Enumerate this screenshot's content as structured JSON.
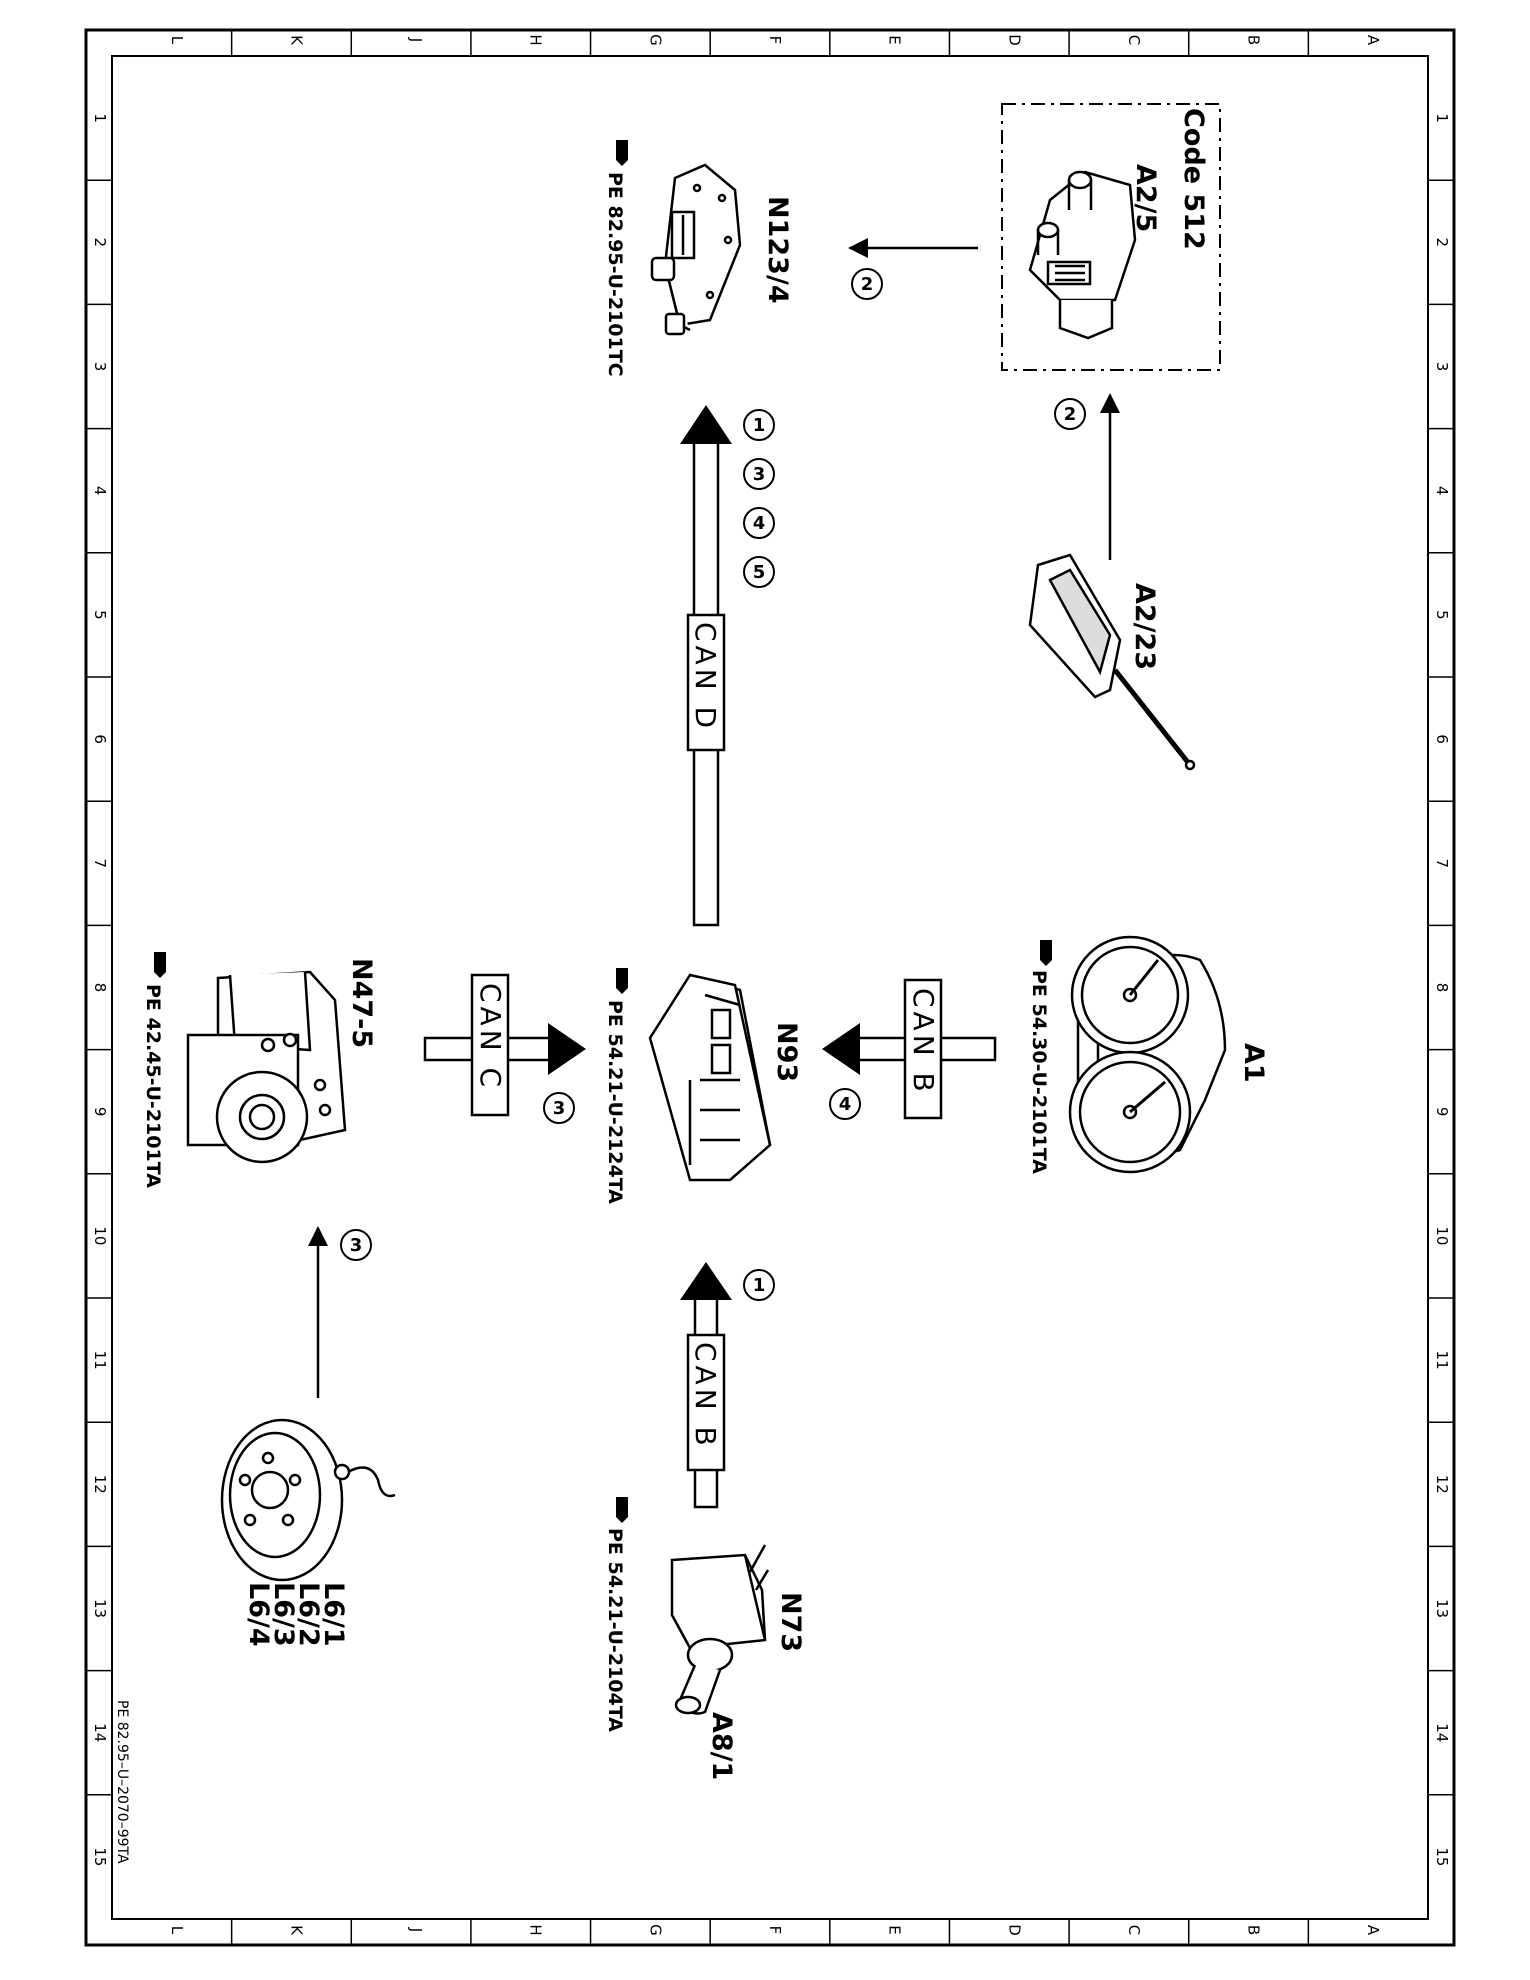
{
  "grid": {
    "letters": [
      "L",
      "K",
      "J",
      "H",
      "G",
      "F",
      "E",
      "D",
      "C",
      "B",
      "A"
    ],
    "numbers": [
      "1",
      "2",
      "3",
      "4",
      "5",
      "6",
      "7",
      "8",
      "9",
      "10",
      "11",
      "12",
      "13",
      "14",
      "15"
    ]
  },
  "document_number": "PE 82.95–U–2070–99TA",
  "components": {
    "a2_5": {
      "label": "A2/5",
      "code": "Code 512"
    },
    "n123_4": {
      "label": "N123/4",
      "ref": "PE 82.95-U-2101TC"
    },
    "a2_23": {
      "label": "A2/23"
    },
    "a1": {
      "label": "A1",
      "ref": "PE 54.30-U-2101TA"
    },
    "n93": {
      "label": "N93",
      "ref": "PE 54.21-U-2124TA"
    },
    "n47_5": {
      "label": "N47-5",
      "ref": "PE 42.45-U-2101TA"
    },
    "n73": {
      "label": "N73",
      "ref": "PE 54.21-U-2104TA"
    },
    "a8_1": {
      "label": "A8/1"
    },
    "l6": {
      "labels": [
        "L6/1",
        "L6/2",
        "L6/3",
        "L6/4"
      ]
    }
  },
  "buses": {
    "can_d": "CAN D",
    "can_b_top": "CAN B",
    "can_c": "CAN C",
    "can_b_bottom": "CAN B"
  },
  "signals": {
    "a223_to_a25": "2",
    "a25_to_n123": "2",
    "can_d": [
      "1",
      "3",
      "4",
      "5"
    ],
    "can_b_a1": "4",
    "can_c": "3",
    "l6_to_n47": "3",
    "can_b_n73": "1"
  },
  "colors": {
    "ink": "#000000",
    "paper": "#ffffff"
  }
}
